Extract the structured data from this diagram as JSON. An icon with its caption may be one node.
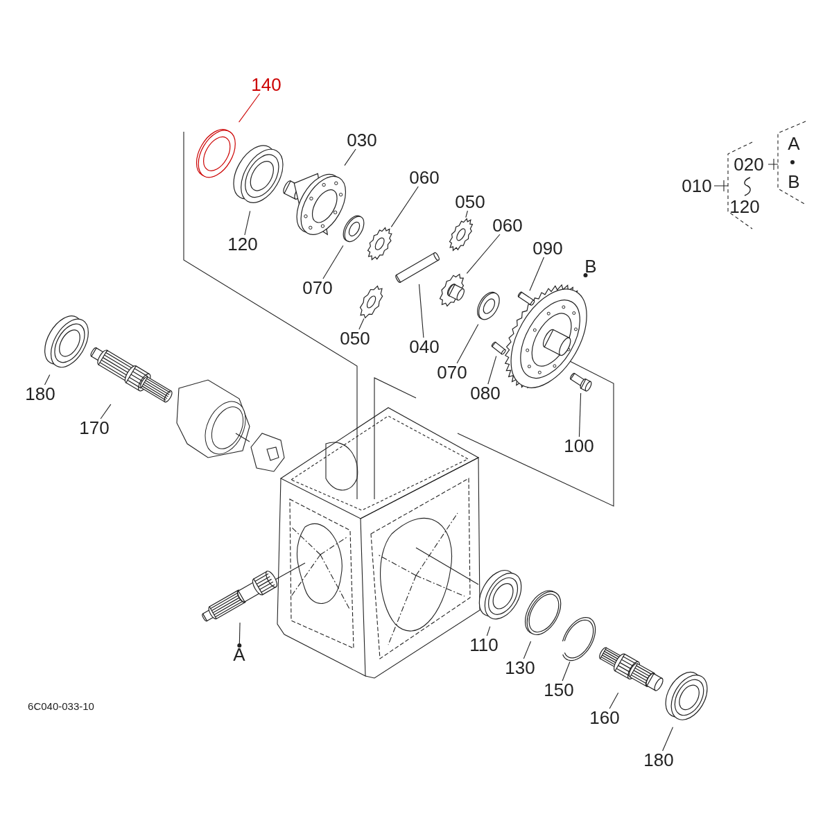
{
  "diagram": {
    "nodes": [
      {
        "text": [
          "140"
        ]
      },
      {
        "text": [],
        "shape": "picture"
      },
      {
        "text": [
          "120"
        ]
      },
      {
        "text": [],
        "shape": "picture"
      },
      {
        "text": [
          "030"
        ]
      },
      {
        "text": [],
        "shape": "picture"
      },
      {
        "text": [
          "060"
        ]
      },
      {
        "text": [],
        "shape": "picture"
      },
      {
        "text": [
          "050"
        ]
      },
      {
        "text": [],
        "shape": "picture"
      },
      {
        "text": [
          "070"
        ]
      },
      {
        "text": [],
        "shape": "picture"
      },
      {
        "text": [
          "060"
        ]
      },
      {
        "text": [],
        "shape": "picture"
      },
      {
        "text": [
          "050"
        ]
      },
      {
        "text": [],
        "shape": "picture"
      },
      {
        "text": [
          "040"
        ]
      },
      {
        "text": [],
        "shape": "picture"
      },
      {
        "text": [
          "070"
        ]
      },
      {
        "text": [],
        "shape": "picture"
      },
      {
        "text": [
          "090"
        ]
      },
      {
        "text": [],
        "shape": "picture"
      },
      {
        "text": [
          "B"
        ]
      },
      {
        "text": [],
        "shape": "picture"
      },
      {
        "text": [
          "080"
        ]
      },
      {
        "text": [],
        "shape": "picture"
      },
      {
        "text": [
          "100"
        ]
      },
      {
        "text": [],
        "shape": "picture"
      },
      {
        "text": [
          "180"
        ]
      },
      {
        "text": [],
        "shape": "picture"
      },
      {
        "text": [
          "170"
        ]
      },
      {
        "text": [],
        "shape": "picture"
      },
      {
        "text": [
          "A"
        ]
      },
      {
        "text": [],
        "shape": "picture"
      },
      {
        "text": [
          "110"
        ]
      },
      {
        "text": [],
        "shape": "picture"
      },
      {
        "text": [
          "130"
        ]
      },
      {
        "text": [],
        "shape": "picture"
      },
      {
        "text": [
          "150"
        ]
      },
      {
        "text": [],
        "shape": "picture"
      },
      {
        "text": [
          "160"
        ]
      },
      {
        "text": [],
        "shape": "picture"
      },
      {
        "text": [
          "180"
        ]
      },
      {
        "text": [],
        "shape": "picture"
      }
    ],
    "edges": [
      {
        "from": 0,
        "to": 1,
        "arrow": "none",
        "color": "#cc0000"
      },
      {
        "from": 2,
        "to": 3,
        "arrow": "none"
      },
      {
        "from": 4,
        "to": 5,
        "arrow": "none"
      },
      {
        "from": 6,
        "to": 7,
        "arrow": "none"
      },
      {
        "from": 8,
        "to": 9,
        "arrow": "none"
      },
      {
        "from": 10,
        "to": 11,
        "arrow": "none"
      },
      {
        "from": 12,
        "to": 13,
        "arrow": "none"
      },
      {
        "from": 14,
        "to": 15,
        "arrow": "none"
      },
      {
        "from": 16,
        "to": 17,
        "arrow": "none"
      },
      {
        "from": 18,
        "to": 19,
        "arrow": "none"
      },
      {
        "from": 20,
        "to": 21,
        "arrow": "none"
      },
      {
        "from": 22,
        "to": 23,
        "arrow": "other"
      },
      {
        "from": 24,
        "to": 25,
        "arrow": "none"
      },
      {
        "from": 26,
        "to": 27,
        "arrow": "none"
      },
      {
        "from": 28,
        "to": 29,
        "arrow": "none"
      },
      {
        "from": 30,
        "to": 31,
        "arrow": "none"
      },
      {
        "from": 32,
        "to": 33,
        "arrow": "other"
      },
      {
        "from": 34,
        "to": 35,
        "arrow": "none"
      },
      {
        "from": 36,
        "to": 37,
        "arrow": "none"
      },
      {
        "from": 38,
        "to": 39,
        "arrow": "none"
      },
      {
        "from": 40,
        "to": 41,
        "arrow": "none"
      },
      {
        "from": 42,
        "to": 43,
        "arrow": "none"
      }
    ],
    "labels": [
      "010",
      "020",
      "120",
      "A",
      "B",
      "6C040-033-10"
    ]
  }
}
